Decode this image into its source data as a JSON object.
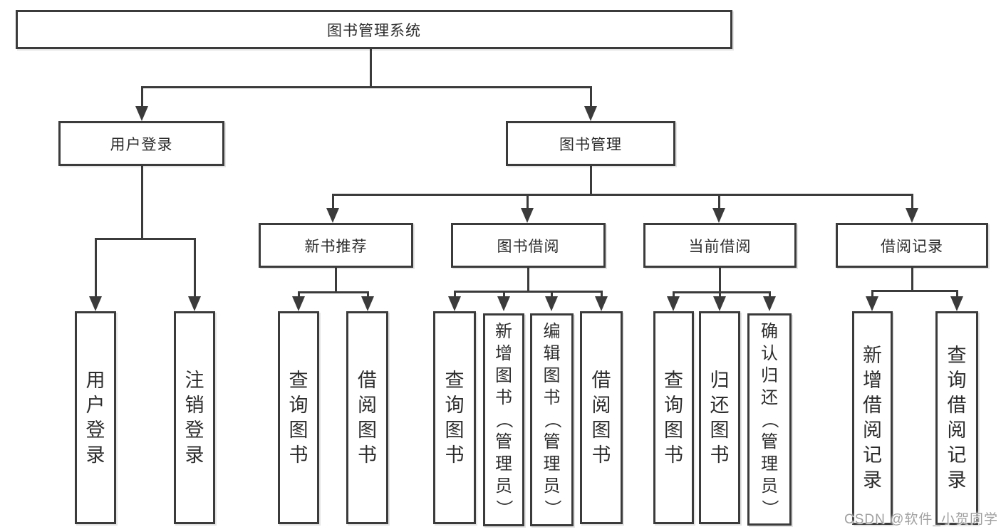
{
  "colors": {
    "line": "#3b3b3b",
    "text": "#2d2d2d",
    "watermark": "#a0a0a0",
    "background": "#ffffff"
  },
  "watermark": {
    "text": "CSDN @软件_小贺同学"
  },
  "diagram": {
    "type": "tree",
    "tree": {
      "label": "图书管理系统",
      "children": [
        {
          "label": "用户登录",
          "children": [
            {
              "label": "用户登录"
            },
            {
              "label": "注销登录"
            }
          ]
        },
        {
          "label": "图书管理",
          "children": [
            {
              "label": "新书推荐",
              "children": [
                {
                  "label": "查询图书"
                },
                {
                  "label": "借阅图书"
                }
              ]
            },
            {
              "label": "图书借阅",
              "children": [
                {
                  "label": "查询图书"
                },
                {
                  "label": "新增图书（管理员）"
                },
                {
                  "label": "编辑图书（管理员）"
                },
                {
                  "label": "借阅图书"
                }
              ]
            },
            {
              "label": "当前借阅",
              "children": [
                {
                  "label": "查询图书"
                },
                {
                  "label": "归还图书"
                },
                {
                  "label": "确认归还（管理员）"
                }
              ]
            },
            {
              "label": "借阅记录",
              "children": [
                {
                  "label": "新增借阅记录"
                },
                {
                  "label": "查询借阅记录"
                }
              ]
            }
          ]
        }
      ]
    }
  }
}
